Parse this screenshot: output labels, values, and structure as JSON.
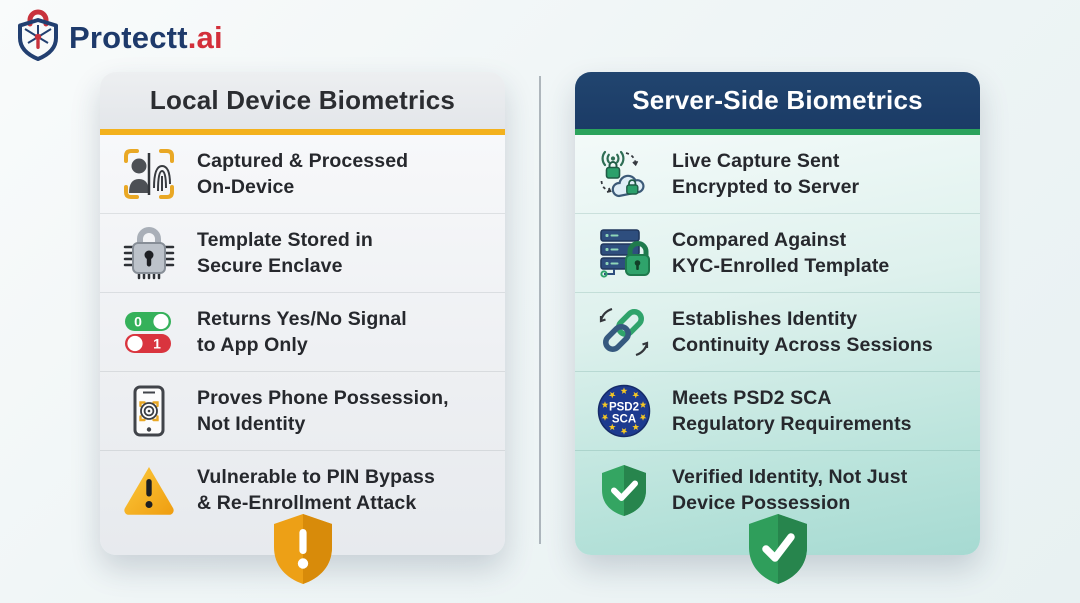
{
  "logo": {
    "brand": "Protectt",
    "suffix": ".ai"
  },
  "colors": {
    "brand_navy": "#1E3A6B",
    "brand_red": "#D32F3A",
    "left_accent": "#F3B11D",
    "right_accent": "#2BA35C",
    "right_header_bg": "#1E3F6D",
    "warning_shield": "#EDA016",
    "success_shield": "#2F9E5B"
  },
  "left_card": {
    "title": "Local Device Biometrics",
    "items": [
      {
        "icon": "face-fingerprint-scan-icon",
        "line1": "Captured & Processed",
        "line2": "On-Device"
      },
      {
        "icon": "secure-enclave-chip-lock-icon",
        "line1": "Template Stored in",
        "line2": "Secure Enclave"
      },
      {
        "icon": "toggle-switches-icon",
        "line1": "Returns Yes/No Signal",
        "line2": "to App Only",
        "toggle_labels": [
          "0",
          "1"
        ]
      },
      {
        "icon": "phone-fingerprint-icon",
        "line1": "Proves Phone Possession,",
        "line2": "Not Identity"
      },
      {
        "icon": "warning-triangle-icon",
        "line1": "Vulnerable to PIN Bypass",
        "line2": "& Re-Enrollment Attack"
      }
    ],
    "footer_badge_icon": "warning-shield-icon"
  },
  "right_card": {
    "title": "Server-Side Biometrics",
    "items": [
      {
        "icon": "encrypted-upload-cloud-icon",
        "line1": "Live Capture Sent",
        "line2": "Encrypted to Server"
      },
      {
        "icon": "server-lock-icon",
        "line1": "Compared Against",
        "line2": "KYC-Enrolled Template"
      },
      {
        "icon": "chain-links-icon",
        "line1": "Establishes Identity",
        "line2": "Continuity Across Sessions"
      },
      {
        "icon": "psd2-sca-eu-badge-icon",
        "line1": "Meets PSD2 SCA",
        "line2": "Regulatory Requirements",
        "badge_lines": [
          "PSD2",
          "SCA"
        ]
      },
      {
        "icon": "shield-check-icon",
        "line1": "Verified Identity, Not Just",
        "line2": "Device Possession"
      }
    ],
    "footer_badge_icon": "check-shield-icon"
  }
}
